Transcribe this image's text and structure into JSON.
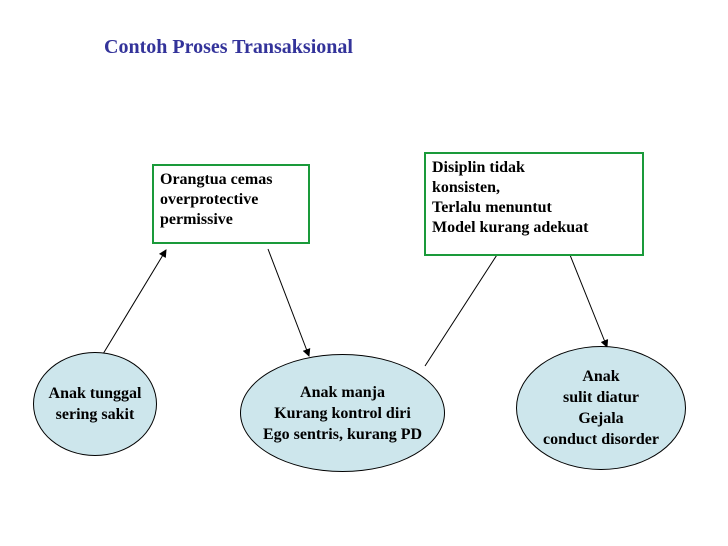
{
  "title": "Contoh Proses Transaksional",
  "boxes": {
    "parent": {
      "lines": [
        "Orangtua cemas",
        "overprotective",
        "permissive"
      ]
    },
    "discipline": {
      "lines": [
        "Disiplin tidak",
        "konsisten,",
        "Terlalu menuntut",
        "Model kurang adekuat"
      ]
    }
  },
  "ellipses": {
    "single_child": {
      "lines": [
        "Anak tunggal",
        "sering sakit"
      ]
    },
    "spoiled_child": {
      "lines": [
        "Anak manja",
        "Kurang kontrol diri",
        "Ego sentris, kurang PD"
      ]
    },
    "difficult_child": {
      "lines": [
        "Anak",
        "sulit diatur",
        "Gejala",
        "conduct disorder"
      ]
    }
  },
  "colors": {
    "title": "#33339a",
    "box_border": "#1a9a3a",
    "ellipse_fill": "#cde6ec"
  }
}
